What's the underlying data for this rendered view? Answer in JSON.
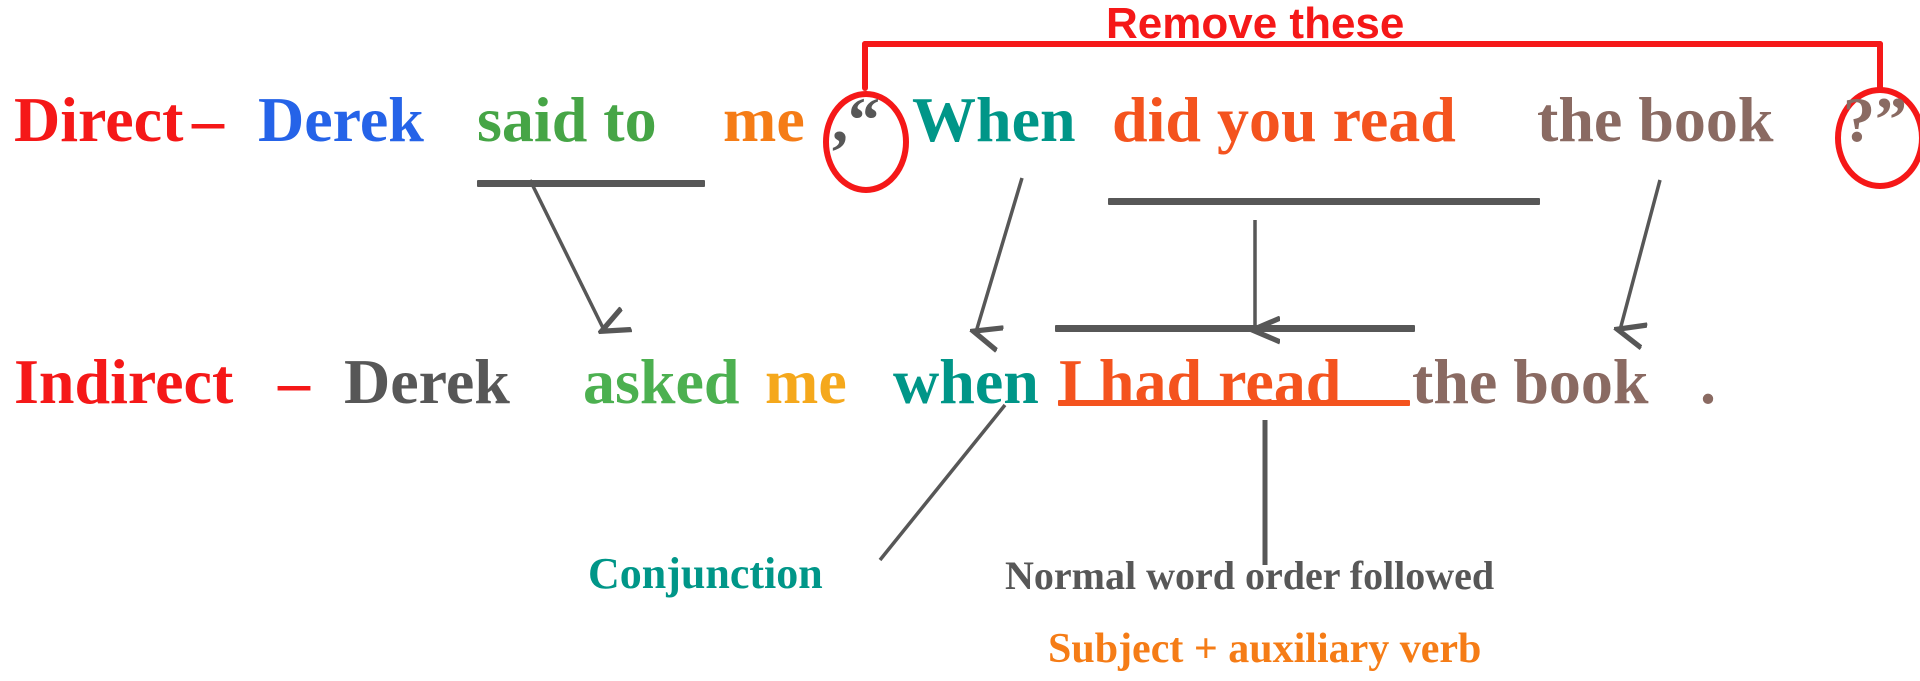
{
  "diagram": {
    "title_note": "Direct to Indirect speech conversion diagram",
    "colors": {
      "red": "#f51818",
      "blue": "#2563e8",
      "green": "#46a546",
      "orange": "#f57c16",
      "amber": "#f5a81c",
      "teal": "#009688",
      "orangered": "#f4531e",
      "brown": "#8a6a62",
      "gray": "#575757"
    }
  },
  "top_annotation": {
    "label": "Remove these",
    "color": "#f51818"
  },
  "direct_row": {
    "label": "Direct",
    "dash": "–",
    "tokens": [
      {
        "text": "Derek",
        "color": "blue"
      },
      {
        "text": "said to",
        "color": "green"
      },
      {
        "text": "me",
        "color": "orange"
      },
      {
        "text": ",“",
        "color": "gray"
      },
      {
        "text": "When",
        "color": "teal"
      },
      {
        "text": "did you read",
        "color": "orangered"
      },
      {
        "text": "the book",
        "color": "brown"
      },
      {
        "text": "?”",
        "color": "brown"
      }
    ]
  },
  "indirect_row": {
    "label": "Indirect",
    "dash": "–",
    "tokens": [
      {
        "text": "Derek",
        "color": "gray"
      },
      {
        "text": "asked",
        "color": "green"
      },
      {
        "text": "me",
        "color": "amber"
      },
      {
        "text": "when",
        "color": "teal"
      },
      {
        "text": "I had read",
        "color": "orangered"
      },
      {
        "text": "the book",
        "color": "brown"
      },
      {
        "text": ".",
        "color": "brown"
      }
    ]
  },
  "bottom_annotations": [
    {
      "label": "Conjunction",
      "color": "#009688"
    },
    {
      "label": "Normal word order followed",
      "color": "#575757"
    },
    {
      "label": "Subject + auxiliary verb",
      "color": "#f57c16"
    }
  ]
}
